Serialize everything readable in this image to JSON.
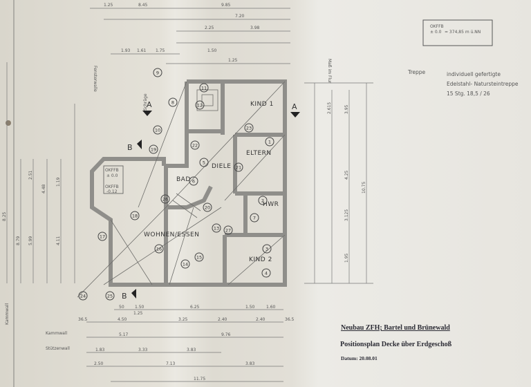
{
  "level_box": {
    "label": "OKFFB",
    "value": "± 0.0",
    "equation": "= 374,85 m ü.NN"
  },
  "stair_note": {
    "label": "Treppe",
    "lines": [
      "individuell gefertigte",
      "Edelstahl- Natursteintreppe",
      "15 Stg. 18,5 / 26"
    ]
  },
  "title_block": {
    "project": "Neubau ZFH; Bartel und Brünewald",
    "plan": "Positionsplan Decke über Erdgeschoß",
    "date": "Datum: 20.08.01"
  },
  "rooms": [
    "KIND 1",
    "ELTERN",
    "DIELE",
    "BAD",
    "HWR",
    "WOHNEN/ESSEN",
    "KIND 2"
  ],
  "left_box": {
    "label": "OKFFB",
    "value": "± 0.0",
    "value2": "-0.12"
  },
  "section_marks": [
    "A",
    "A",
    "B",
    "B"
  ],
  "positions": [
    "1",
    "2",
    "3",
    "4",
    "5",
    "6",
    "7",
    "8",
    "9",
    "10",
    "11",
    "12",
    "13",
    "14",
    "15",
    "16",
    "17",
    "18",
    "19",
    "20",
    "21",
    "22",
    "23",
    "24",
    "25",
    "26",
    "27"
  ],
  "wall_labels": {
    "kamm": "Kammwall",
    "stuetzen": "Stützenwall",
    "fenster": "Fensterwalle",
    "mass": "Maß im Flur",
    "schraege": "Schräge"
  },
  "dims_top": [
    "1.25",
    "8.45",
    "9.85",
    "7.20",
    "2.25",
    "3.98",
    "1.93",
    "1.61",
    "1.75",
    "1.50",
    "1.25"
  ],
  "dims_bottom1": [
    "50",
    "1.50",
    "6.25",
    "1.50",
    "1.60",
    "1.25"
  ],
  "dims_bottom2": [
    "36.5",
    "4.50",
    "3.25",
    "2.40",
    "2.40",
    "36.5"
  ],
  "dims_kamm": [
    "5.17",
    "9.76"
  ],
  "dims_stuetzen": [
    "1.83",
    "3.33",
    "3.83"
  ],
  "dims_bottom4": [
    "2.50",
    "7.13",
    "3.83"
  ],
  "dims_bottom5": [
    "11.75"
  ],
  "dims_left": [
    "8.25",
    "4.48",
    "2.51",
    "1.19",
    "5.99",
    "4.11",
    "8.79"
  ],
  "dims_right": [
    "2.615",
    "3.95",
    "4.25",
    "3.125",
    "1.95",
    "10.75"
  ]
}
